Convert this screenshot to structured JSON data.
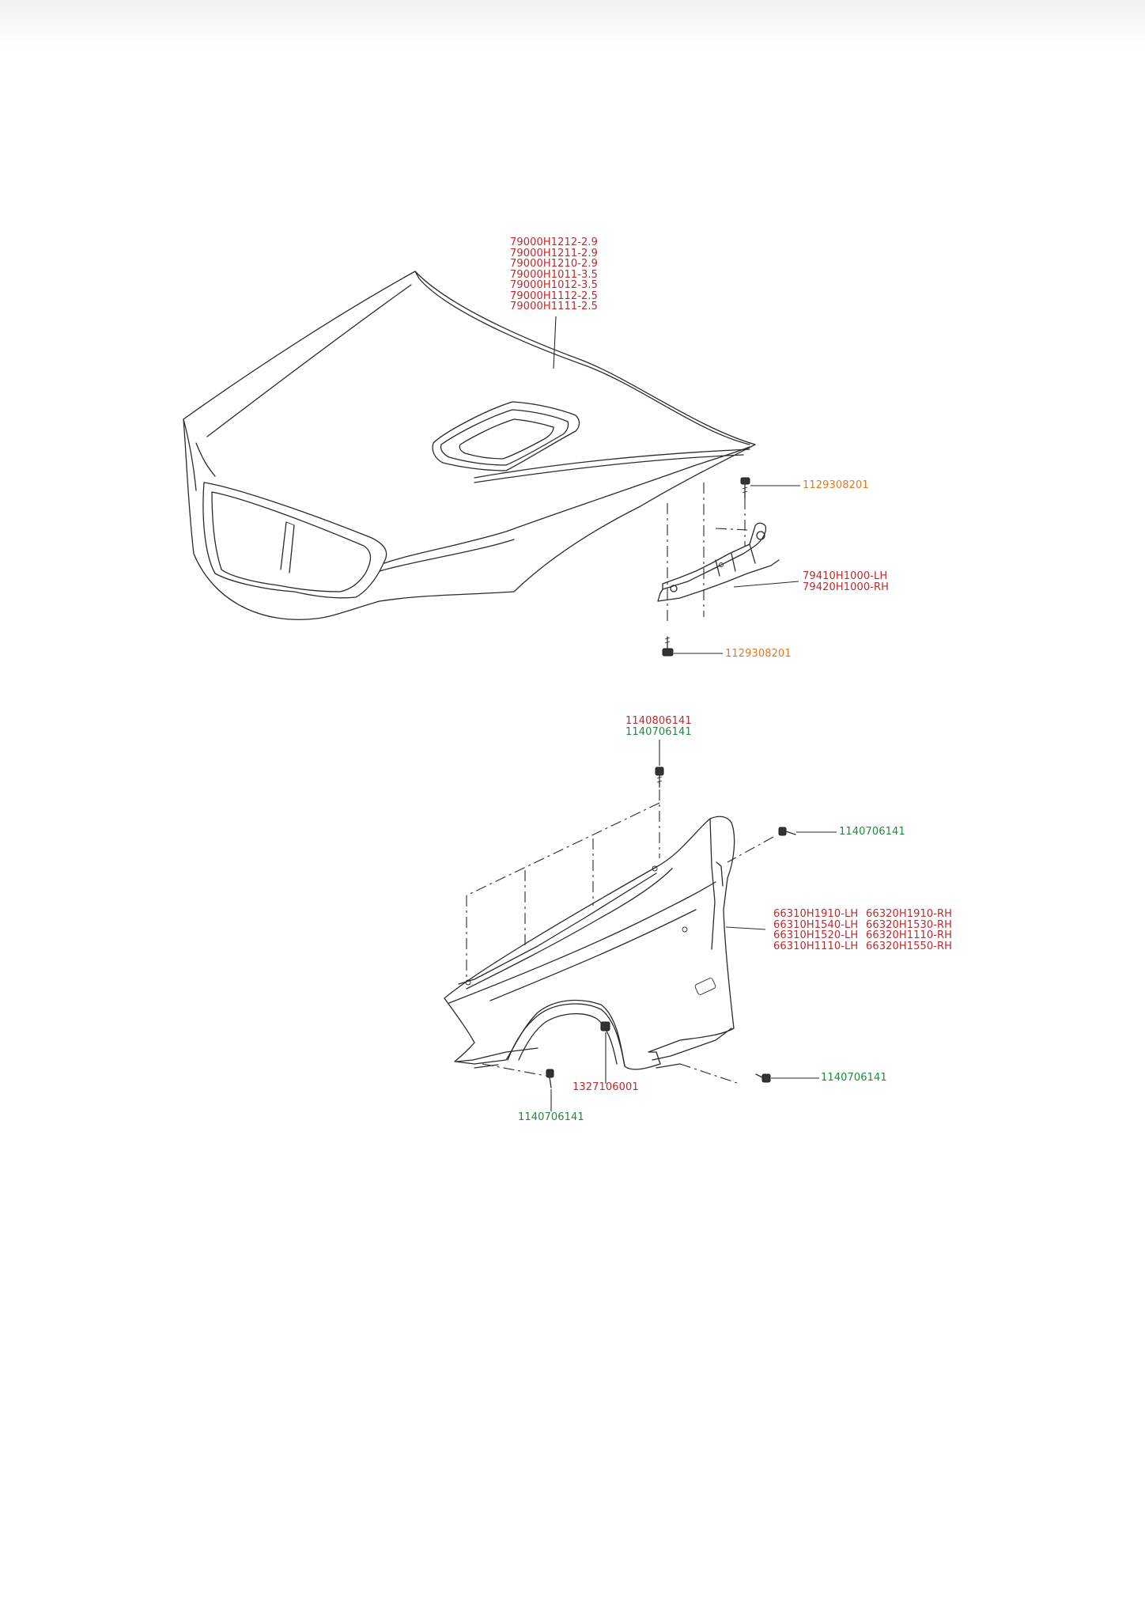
{
  "hood_parts": [
    "79000H1212-2.9",
    "79000H1211-2.9",
    "79000H1210-2.9",
    "79000H1011-3.5",
    "79000H1012-3.5",
    "79000H1112-2.5",
    "79000H1111-2.5"
  ],
  "hinge_bolt_top": "1129308201",
  "hinge_parts": [
    "79410H1000-LH",
    "79420H1000-RH"
  ],
  "hinge_bolt_bottom": "1129308201",
  "fender_top_bolts": [
    "1140806141",
    "1140706141"
  ],
  "fender_rear_bolt": "1140706141",
  "fender_parts_lh": [
    "66310H1910-LH",
    "66310H1540-LH",
    "66310H1520-LH",
    "66310H1110-LH"
  ],
  "fender_parts_rh": [
    "66320H1910-RH",
    "66320H1530-RH",
    "66320H1110-RH",
    "66320H1550-RH"
  ],
  "fender_clip": "1327106001",
  "fender_front_bolt": "1140706141",
  "fender_bottom_right_bolt": "1140706141",
  "colors": {
    "part_number": "#c0282a",
    "bolt_orange": "#e07a1f",
    "bolt_green": "#1f8a3a"
  }
}
